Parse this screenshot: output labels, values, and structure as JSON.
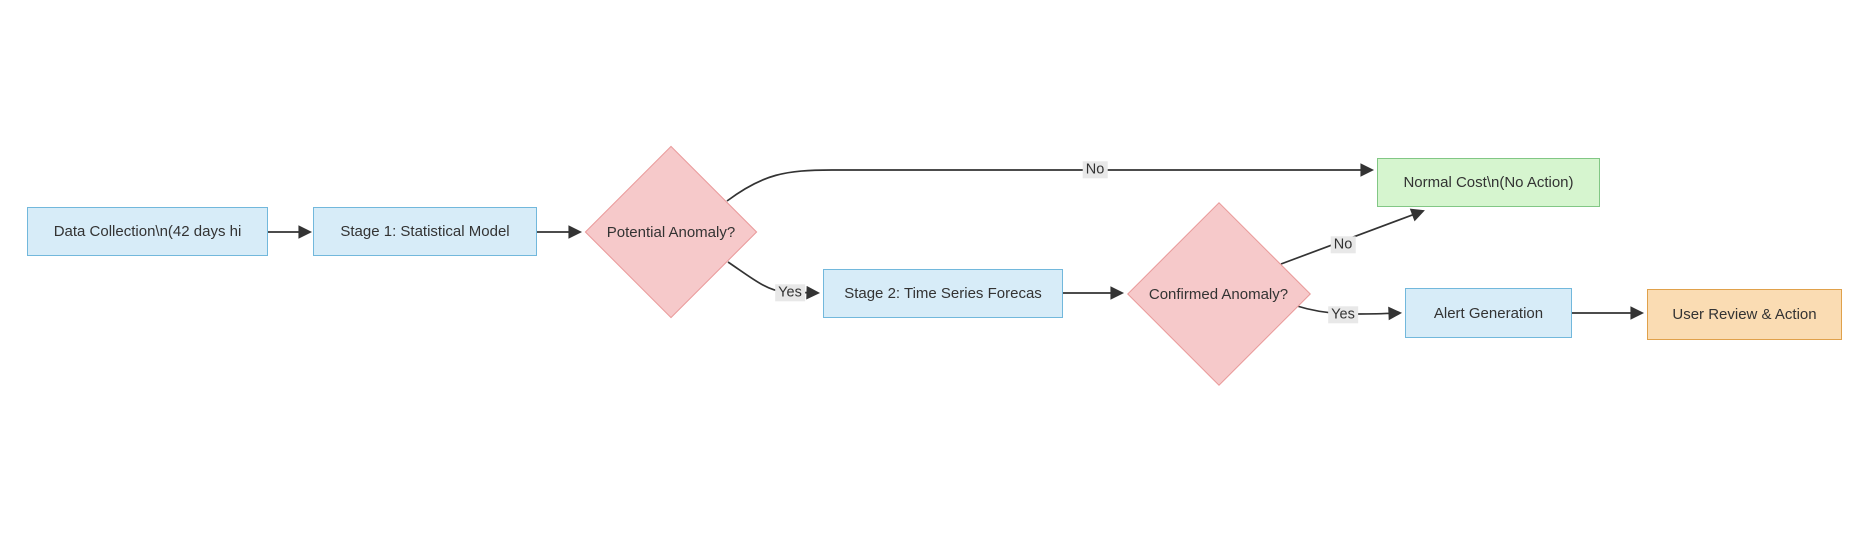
{
  "diagram_type": "flowchart",
  "nodes": {
    "data_collection": {
      "label": "Data Collection\\n(42 days hi",
      "shape": "rect",
      "role": "process"
    },
    "stage1": {
      "label": "Stage 1: Statistical Model",
      "shape": "rect",
      "role": "process"
    },
    "potential_anomaly": {
      "label": "Potential Anomaly?",
      "shape": "diamond",
      "role": "decision"
    },
    "stage2": {
      "label": "Stage 2: Time Series Forecas",
      "shape": "rect",
      "role": "process"
    },
    "confirmed_anomaly": {
      "label": "Confirmed Anomaly?",
      "shape": "diamond",
      "role": "decision"
    },
    "normal_cost": {
      "label": "Normal Cost\\n(No Action)",
      "shape": "rect",
      "role": "success"
    },
    "alert_generation": {
      "label": "Alert Generation",
      "shape": "rect",
      "role": "process"
    },
    "user_review": {
      "label": "User Review & Action",
      "shape": "rect",
      "role": "action"
    }
  },
  "edges": {
    "collection_to_stage1": {
      "from": "data_collection",
      "to": "stage1",
      "label": ""
    },
    "stage1_to_potential": {
      "from": "stage1",
      "to": "potential_anomaly",
      "label": ""
    },
    "potential_no_to_normal": {
      "from": "potential_anomaly",
      "to": "normal_cost",
      "label": "No"
    },
    "potential_yes_to_stage2": {
      "from": "potential_anomaly",
      "to": "stage2",
      "label": "Yes"
    },
    "stage2_to_confirmed": {
      "from": "stage2",
      "to": "confirmed_anomaly",
      "label": ""
    },
    "confirmed_no_to_normal": {
      "from": "confirmed_anomaly",
      "to": "normal_cost",
      "label": "No"
    },
    "confirmed_yes_to_alert": {
      "from": "confirmed_anomaly",
      "to": "alert_generation",
      "label": "Yes"
    },
    "alert_to_user_review": {
      "from": "alert_generation",
      "to": "user_review",
      "label": ""
    }
  },
  "colors": {
    "page_bg": "#ffffff",
    "process_fill": "#d7ecf8",
    "process_border": "#72b8dc",
    "decision_fill": "#f6c9ca",
    "decision_border": "#e99a9a",
    "success_fill": "#d6f5cf",
    "success_border": "#82c785",
    "action_fill": "#fadcb3",
    "action_border": "#e0a14b",
    "edge_color": "#333333",
    "label_bg": "#e8e8e8",
    "text_color": "#333333"
  }
}
